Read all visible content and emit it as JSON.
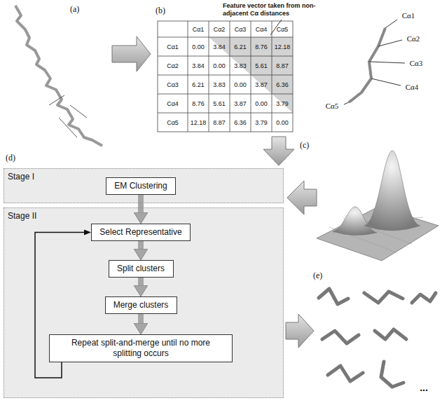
{
  "diagram": {
    "nodes": [
      {
        "text": [
          "Stage I"
        ]
      },
      {
        "text": [
          "EM Clustering"
        ],
        "in": 0
      },
      {
        "text": [
          "Stage II"
        ]
      },
      {
        "text": [
          "Select Representative"
        ],
        "in": 2
      },
      {
        "text": [
          "Split clusters"
        ],
        "in": 2
      },
      {
        "text": [
          "Merge clusters"
        ],
        "in": 2
      },
      {
        "text": [
          "Repeat split-and-merge until no more splitting occurs"
        ],
        "in": 2
      }
    ],
    "edges": [
      {
        "from": 1,
        "to": 3,
        "arrow": "to"
      },
      {
        "from": 3,
        "to": 4,
        "arrow": "to"
      },
      {
        "from": 4,
        "to": 5,
        "arrow": "to"
      },
      {
        "from": 5,
        "to": 6,
        "arrow": "to"
      },
      {
        "from": 6,
        "to": 3,
        "arrow": "to"
      }
    ],
    "labels": [
      "(a)",
      "(b)",
      "Feature vector taken from non-adjacent Cα distances",
      "Cα1",
      "Cα2",
      "Cα3",
      "Cα4",
      "Cα5",
      "Cα1",
      "0.00",
      "3.84",
      "6.21",
      "8.76",
      "12.18",
      "Cα2",
      "3.84",
      "0.00",
      "3.83",
      "5.61",
      "8.87",
      "Cα3",
      "6.21",
      "3.83",
      "0.00",
      "3.87",
      "6.36",
      "Cα4",
      "8.76",
      "5.61",
      "3.87",
      "0.00",
      "3.79",
      "Cα5",
      "12.18",
      "8.87",
      "6.36",
      "3.79",
      "0.00",
      "Cα1",
      "Cα2",
      "Cα3",
      "Cα4",
      "Cα5",
      "(c)",
      "(d)",
      "(e)",
      "..."
    ]
  }
}
